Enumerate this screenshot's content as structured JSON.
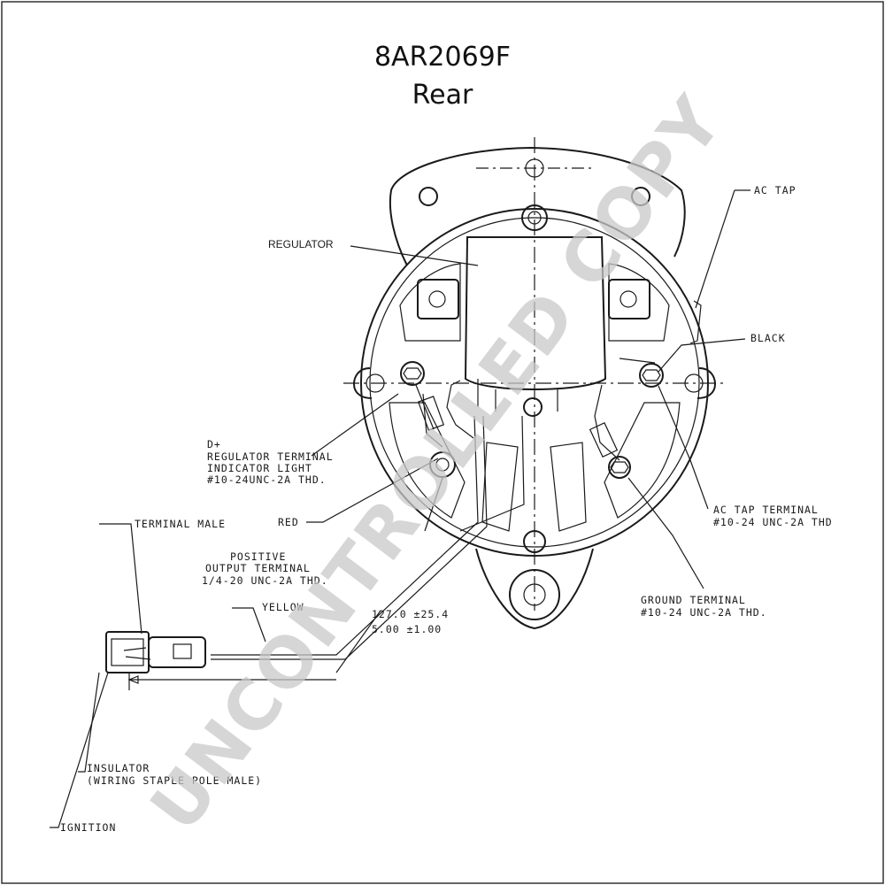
{
  "title": "8AR2069F",
  "subtitle": "Rear",
  "labels": {
    "ac_tap": "AC TAP",
    "regulator": "REGULATOR",
    "black": "BLACK",
    "d_plus": "D+",
    "reg_terminal": "REGULATOR TERMINAL",
    "indicator_light": "INDICATOR LIGHT",
    "reg_thread": "#10-24UNC-2A THD.",
    "red": "RED",
    "terminal_male": "TERMINAL MALE",
    "positive": "POSITIVE",
    "output_terminal": "OUTPUT TERMINAL",
    "output_thread": "1/4-20 UNC-2A THD.",
    "yellow": "YELLOW",
    "dim_mm": "127.0  ±25.4",
    "dim_in": "5.00   ±1.00",
    "ac_tap_terminal": "AC TAP TERMINAL",
    "ac_tap_thread": "#10-24 UNC-2A THD",
    "ground_terminal": "GROUND TERMINAL",
    "ground_thread": "#10-24 UNC-2A THD.",
    "insulator": "INSULATOR",
    "wiring_staple": "(WIRING STAPLE POLE MALE)",
    "ignition": "IGNITION"
  },
  "watermark": "UNCONTROLLED COPY"
}
